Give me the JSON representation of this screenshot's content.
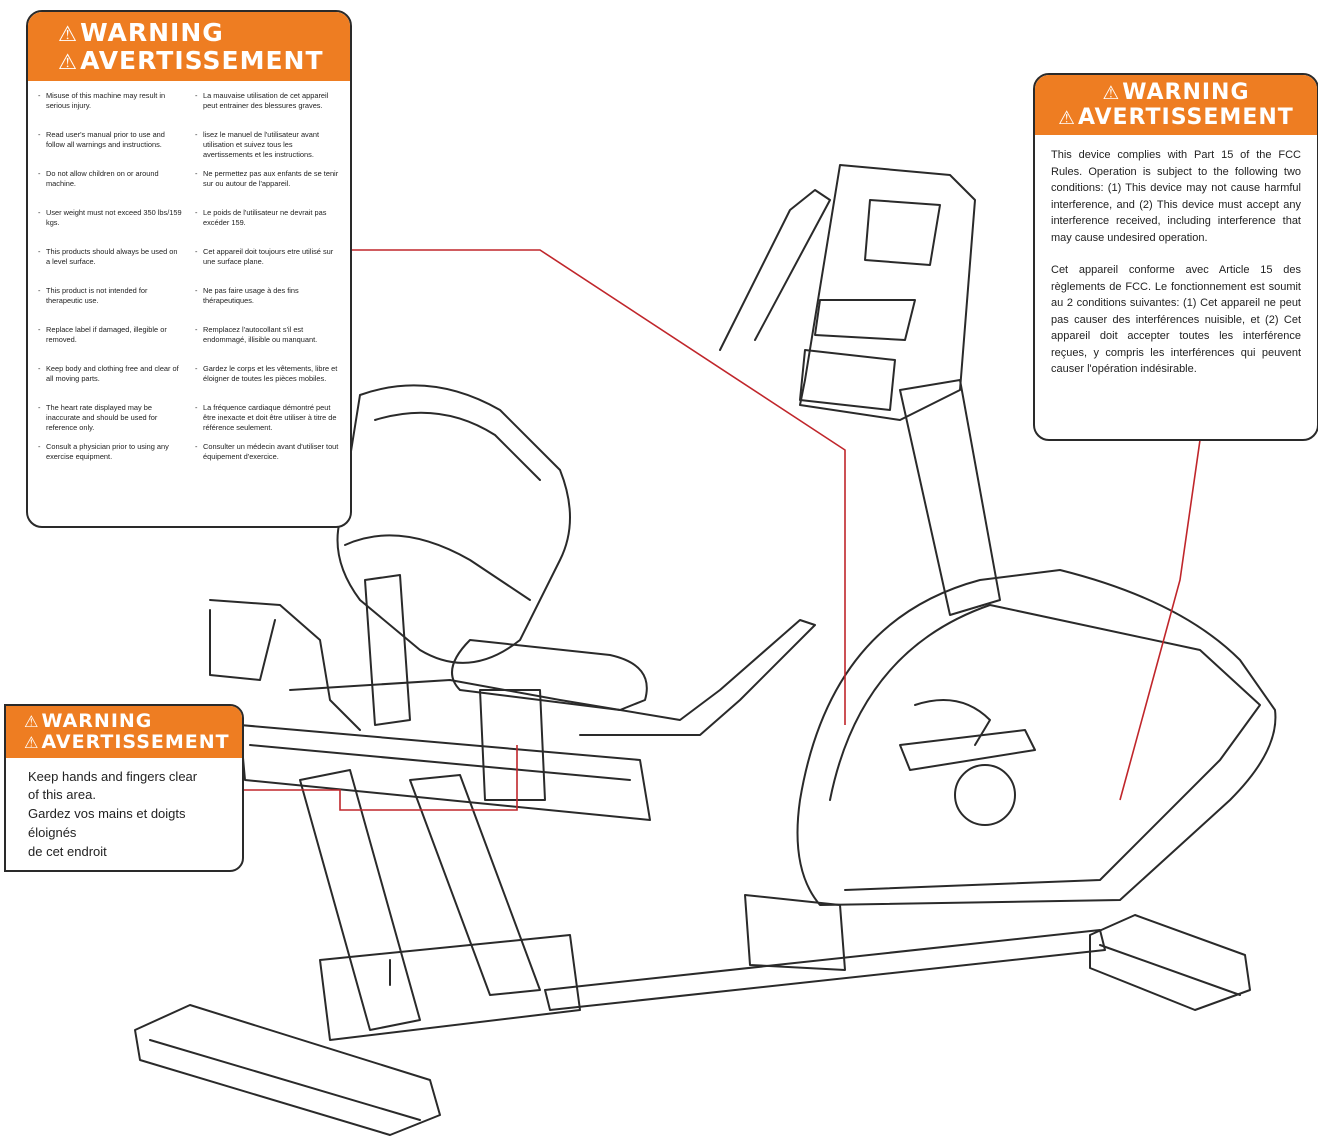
{
  "labels": {
    "general": {
      "title_en": "WARNING",
      "title_fr": "AVERTISSEMENT",
      "items_en": [
        "Misuse of this machine may result in serious injury.",
        "Read user's manual prior to use and follow all warnings and instructions.",
        "Do not allow children on or around machine.",
        "User weight must not exceed 350 lbs/159 kgs.",
        "This products should always be used on a level surface.",
        "This product is not intended for therapeutic use.",
        "Replace label if damaged, illegible or removed.",
        "Keep body and clothing free and clear of all moving parts.",
        "The heart rate displayed may be inaccurate and should be used for reference only.",
        "Consult a physician prior to using any exercise equipment."
      ],
      "items_fr": [
        "La mauvaise utilisation de cet appareil peut entrainer des blessures graves.",
        "lisez le manuel de l'utilisateur avant utilisation et suivez tous les avertissements et les instructions.",
        "Ne permettez pas aux enfants de se tenir sur ou autour de l'appareil.",
        "Le poids de l'utilisateur ne devrait pas excéder 159.",
        "Cet appareil doit toujours etre utilisé sur une surface plane.",
        "Ne pas faire usage à des fins thérapeutiques.",
        "Remplacez l'autocollant s'il est endommagé, illisible ou manquant.",
        "Gardez le corps et les vêtements, libre et éloigner de toutes les pièces mobiles.",
        "La fréquence cardiaque démontré peut être inexacte et doit être utiliser à titre de référence seulement.",
        "Consulter un médecin avant d'utiliser tout équipement d'exercice."
      ]
    },
    "fcc": {
      "title_en": "WARNING",
      "title_fr": "AVERTISSEMENT",
      "text_en": "This device complies with Part 15 of the FCC Rules. Operation is subject to the following two conditions: (1) This device may not cause harmful interference, and (2) This device must accept any interference received, including interference that may cause undesired operation.",
      "text_fr": "Cet appareil conforme avec Article 15 des règlements de FCC. Le fonctionnement est soumit au 2 conditions suivantes: (1) Cet appareil ne peut pas causer des interférences nuisible, et (2) Cet appareil doit accepter toutes les interférence reçues, y compris les interférences qui peuvent causer l'opération indésirable."
    },
    "hands": {
      "title_en": "WARNING",
      "title_fr": "AVERTISSEMENT",
      "line1": "Keep hands and fingers clear",
      "line2": "of this area.",
      "line3": "Gardez vos mains et doigts éloignés",
      "line4": "de cet endroit"
    }
  },
  "colors": {
    "header": "#ee7d22",
    "leader": "#c0262b",
    "outline": "#2a2a2a"
  },
  "icons": {
    "warning": "warning-triangle-icon"
  }
}
